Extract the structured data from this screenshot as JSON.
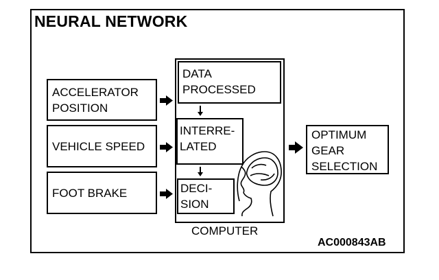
{
  "title": "NEURAL NETWORK",
  "inputs": [
    {
      "lines": [
        "ACCELERATOR",
        "POSITION"
      ]
    },
    {
      "lines": [
        "VEHICLE SPEED"
      ]
    },
    {
      "lines": [
        "FOOT BRAKE"
      ]
    }
  ],
  "computer": {
    "label": "COMPUTER",
    "stages": [
      {
        "lines": [
          "DATA",
          "PROCESSED"
        ]
      },
      {
        "lines": [
          "INTERRE-",
          "LATED"
        ]
      },
      {
        "lines": [
          "DECI-",
          "SION"
        ]
      }
    ],
    "head_icon": "human-head-brain-icon"
  },
  "output": {
    "lines": [
      "OPTIMUM",
      "GEAR",
      "SELECTION"
    ]
  },
  "code": "AC000843AB",
  "icons": [
    "arrow-right-icon",
    "arrow-down-icon"
  ]
}
